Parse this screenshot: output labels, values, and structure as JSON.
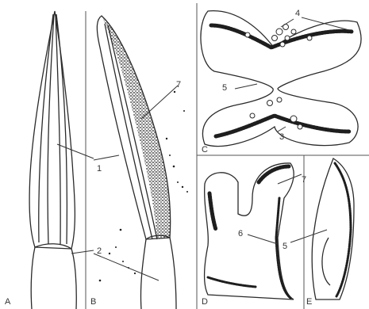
{
  "figure": {
    "panels": [
      "A",
      "B",
      "C",
      "D",
      "E"
    ],
    "callouts": {
      "n1": "1",
      "n2": "2",
      "n3": "3",
      "n4": "4",
      "n5": "5",
      "n5d": "5",
      "n6": "6",
      "n7": "7",
      "n7d": "7"
    }
  }
}
